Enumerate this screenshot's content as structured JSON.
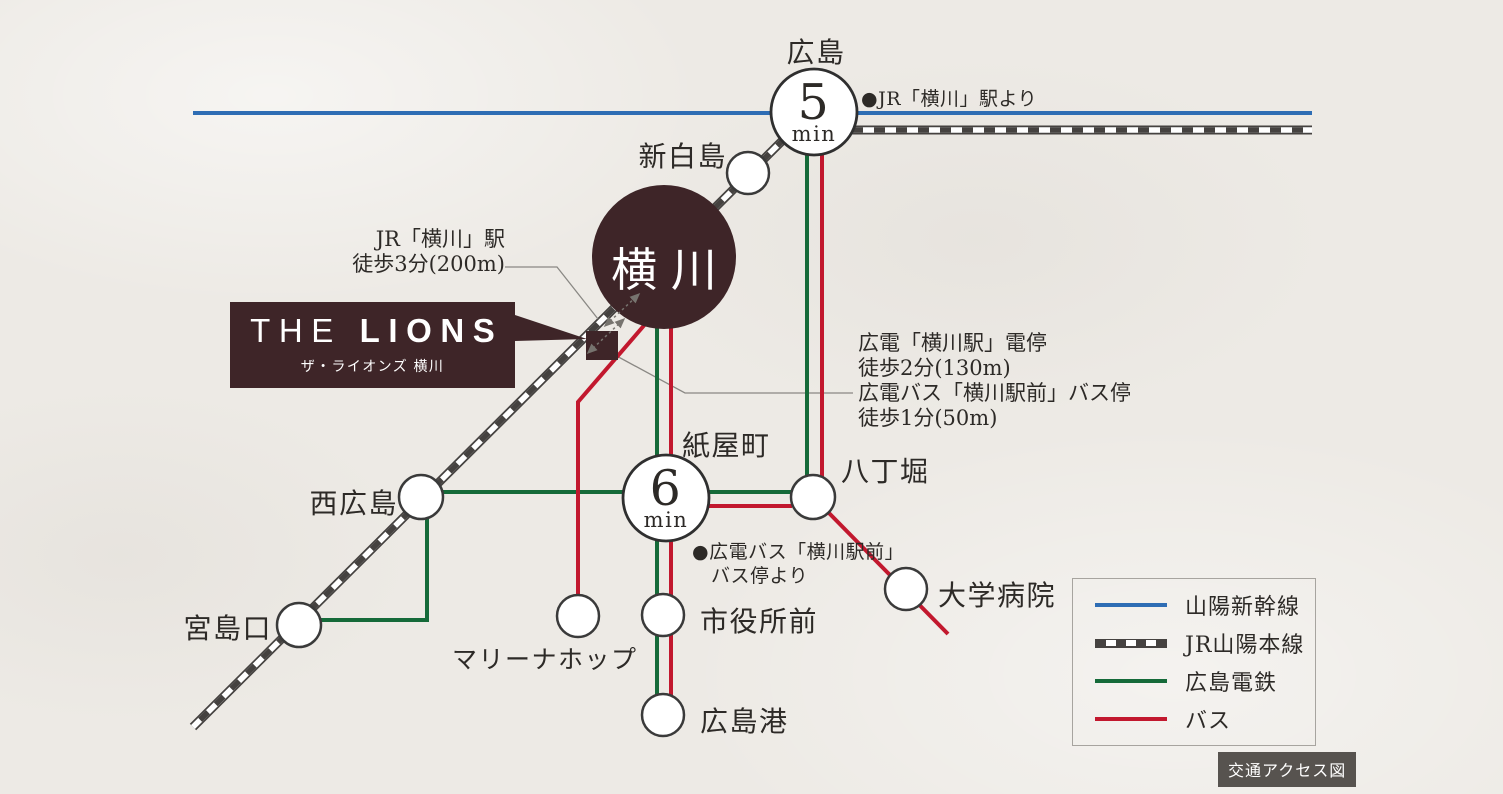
{
  "colors": {
    "background": "#edeae5",
    "brand_dark": "#3e2528",
    "shinkansen_blue": "#2e6db4",
    "jr_dark": "#454240",
    "hiroden_green": "#156a39",
    "bus_red": "#c2182e",
    "text_dark": "#2d2a27",
    "leader_grey": "#8a8884"
  },
  "property": {
    "name_en_the": "THE",
    "name_en_lions": "LIONS",
    "name_ja": "ザ・ライオンズ 横川"
  },
  "stations": {
    "hiroshima": "広島",
    "shin_hakushima": "新白島",
    "yokogawa": "横川",
    "nishi_hiroshima": "西広島",
    "miyajimaguchi": "宮島口",
    "marina_hop": "マリーナホップ",
    "kamiyacho": "紙屋町",
    "hatchobori": "八丁堀",
    "shiyakusho_mae": "市役所前",
    "hiroshima_port": "広島港",
    "daigaku_byoin": "大学病院"
  },
  "travel_times": {
    "jr": {
      "value": "5",
      "unit": "min",
      "origin_note": "●JR「横川」駅より"
    },
    "tram": {
      "value": "6",
      "unit": "min",
      "origin_note_line1": "●広電バス「横川駅前」",
      "origin_note_line2": "バス停より"
    }
  },
  "walk_notes": {
    "jr_line1": "JR「横川」駅",
    "jr_line2": "徒歩3分(200m)",
    "tram_line1": "広電「横川駅」電停",
    "tram_line2": "徒歩2分(130m)",
    "tram_line3": "広電バス「横川駅前」バス停",
    "tram_line4": "徒歩1分(50m)"
  },
  "legend": {
    "items": [
      {
        "label": "山陽新幹線",
        "style": "shinkansen"
      },
      {
        "label": "JR山陽本線",
        "style": "jr-rail"
      },
      {
        "label": "広島電鉄",
        "style": "hiroden"
      },
      {
        "label": "バス",
        "style": "bus"
      }
    ]
  },
  "badge": {
    "label": "交通アクセス図"
  }
}
